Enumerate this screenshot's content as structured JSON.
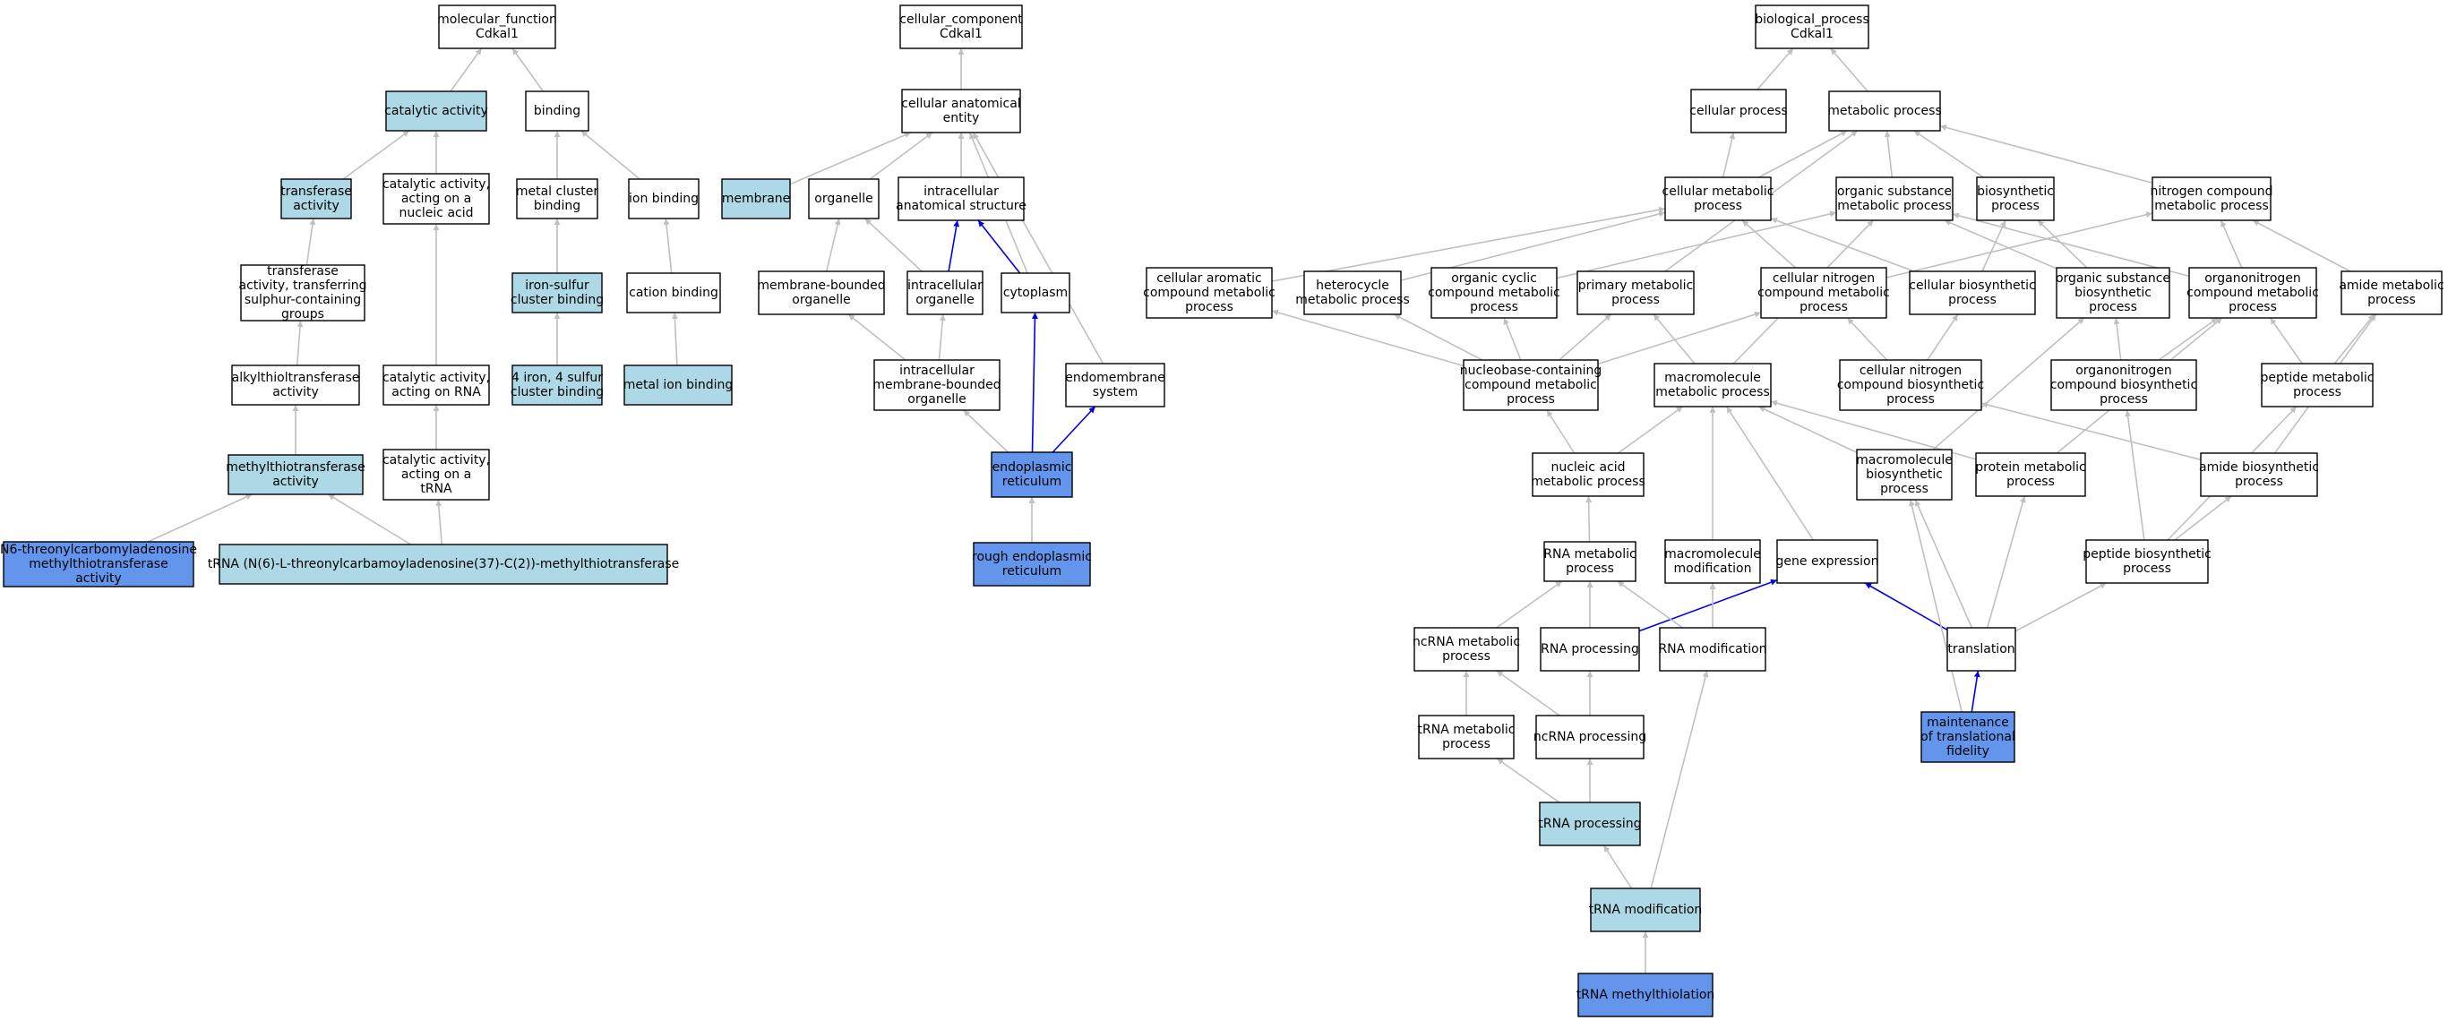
{
  "colors": {
    "default_fill": "#ffffff",
    "light_fill": "#add8e6",
    "dark_fill": "#6495ed",
    "gray_edge": "#c0c0c0",
    "blue_edge": "#0000ee"
  },
  "nodes": [
    {
      "id": "mf",
      "lines": [
        "molecular_function",
        "Cdkal1"
      ],
      "fill": "default"
    },
    {
      "id": "catalytic",
      "lines": [
        "catalytic activity"
      ],
      "fill": "light"
    },
    {
      "id": "binding",
      "lines": [
        "binding"
      ],
      "fill": "default"
    },
    {
      "id": "transferase",
      "lines": [
        "transferase",
        "activity"
      ],
      "fill": "light"
    },
    {
      "id": "cat_nucleic",
      "lines": [
        "catalytic activity,",
        "acting on a",
        "nucleic acid"
      ],
      "fill": "default"
    },
    {
      "id": "metal_cluster",
      "lines": [
        "metal cluster",
        "binding"
      ],
      "fill": "default"
    },
    {
      "id": "ion_binding",
      "lines": [
        "ion binding"
      ],
      "fill": "default"
    },
    {
      "id": "transf_sulfur",
      "lines": [
        "transferase",
        "activity, transferring",
        "sulphur-containing",
        "groups"
      ],
      "fill": "default"
    },
    {
      "id": "iron_sulfur",
      "lines": [
        "iron-sulfur",
        "cluster binding"
      ],
      "fill": "light"
    },
    {
      "id": "cation_binding",
      "lines": [
        "cation binding"
      ],
      "fill": "default"
    },
    {
      "id": "alkylthio",
      "lines": [
        "alkylthioltransferase",
        "activity"
      ],
      "fill": "default"
    },
    {
      "id": "cat_rna",
      "lines": [
        "catalytic activity,",
        "acting on RNA"
      ],
      "fill": "default"
    },
    {
      "id": "fe4s4",
      "lines": [
        "4 iron, 4 sulfur",
        "cluster binding"
      ],
      "fill": "light"
    },
    {
      "id": "metal_ion",
      "lines": [
        "metal ion binding"
      ],
      "fill": "light"
    },
    {
      "id": "methylthio",
      "lines": [
        "methylthiotransferase",
        "activity"
      ],
      "fill": "light"
    },
    {
      "id": "cat_trna",
      "lines": [
        "catalytic activity,",
        "acting on a",
        "tRNA"
      ],
      "fill": "default"
    },
    {
      "id": "n6_thre",
      "lines": [
        "N6-threonylcarbomyladenosine",
        "methylthiotransferase",
        "activity"
      ],
      "fill": "dark"
    },
    {
      "id": "trna_n6",
      "lines": [
        "tRNA (N(6)-L-threonylcarbamoyladenosine(37)-C(2))-methylthiotransferase"
      ],
      "fill": "light"
    },
    {
      "id": "cc",
      "lines": [
        "cellular_component",
        "Cdkal1"
      ],
      "fill": "default"
    },
    {
      "id": "cae",
      "lines": [
        "cellular anatomical",
        "entity"
      ],
      "fill": "default"
    },
    {
      "id": "membrane",
      "lines": [
        "membrane"
      ],
      "fill": "light"
    },
    {
      "id": "organelle",
      "lines": [
        "organelle"
      ],
      "fill": "default"
    },
    {
      "id": "ias",
      "lines": [
        "intracellular",
        "anatomical structure"
      ],
      "fill": "default"
    },
    {
      "id": "mbo",
      "lines": [
        "membrane-bounded",
        "organelle"
      ],
      "fill": "default"
    },
    {
      "id": "io",
      "lines": [
        "intracellular",
        "organelle"
      ],
      "fill": "default"
    },
    {
      "id": "cytoplasm",
      "lines": [
        "cytoplasm"
      ],
      "fill": "default"
    },
    {
      "id": "imbo",
      "lines": [
        "intracellular",
        "membrane-bounded",
        "organelle"
      ],
      "fill": "default"
    },
    {
      "id": "endomem",
      "lines": [
        "endomembrane",
        "system"
      ],
      "fill": "default"
    },
    {
      "id": "er",
      "lines": [
        "endoplasmic",
        "reticulum"
      ],
      "fill": "dark"
    },
    {
      "id": "rer",
      "lines": [
        "rough endoplasmic",
        "reticulum"
      ],
      "fill": "dark"
    },
    {
      "id": "bp",
      "lines": [
        "biological_process",
        "Cdkal1"
      ],
      "fill": "default"
    },
    {
      "id": "cell_proc",
      "lines": [
        "cellular process"
      ],
      "fill": "default"
    },
    {
      "id": "met_proc",
      "lines": [
        "metabolic process"
      ],
      "fill": "default"
    },
    {
      "id": "cmp",
      "lines": [
        "cellular metabolic",
        "process"
      ],
      "fill": "default"
    },
    {
      "id": "osmp",
      "lines": [
        "organic substance",
        "metabolic process"
      ],
      "fill": "default"
    },
    {
      "id": "biosyn",
      "lines": [
        "biosynthetic",
        "process"
      ],
      "fill": "default"
    },
    {
      "id": "ncmp",
      "lines": [
        "nitrogen compound",
        "metabolic process"
      ],
      "fill": "default"
    },
    {
      "id": "cacmp",
      "lines": [
        "cellular aromatic",
        "compound metabolic",
        "process"
      ],
      "fill": "default"
    },
    {
      "id": "hetero",
      "lines": [
        "heterocycle",
        "metabolic process"
      ],
      "fill": "default"
    },
    {
      "id": "occmp",
      "lines": [
        "organic cyclic",
        "compound metabolic",
        "process"
      ],
      "fill": "default"
    },
    {
      "id": "pmp",
      "lines": [
        "primary metabolic",
        "process"
      ],
      "fill": "default"
    },
    {
      "id": "cncmp",
      "lines": [
        "cellular nitrogen",
        "compound metabolic",
        "process"
      ],
      "fill": "default"
    },
    {
      "id": "cbp",
      "lines": [
        "cellular biosynthetic",
        "process"
      ],
      "fill": "default"
    },
    {
      "id": "osbp",
      "lines": [
        "organic substance",
        "biosynthetic",
        "process"
      ],
      "fill": "default"
    },
    {
      "id": "oncmp",
      "lines": [
        "organonitrogen",
        "compound metabolic",
        "process"
      ],
      "fill": "default"
    },
    {
      "id": "amp",
      "lines": [
        "amide metabolic",
        "process"
      ],
      "fill": "default"
    },
    {
      "id": "nbccmp",
      "lines": [
        "nucleobase-containing",
        "compound metabolic",
        "process"
      ],
      "fill": "default"
    },
    {
      "id": "macmp",
      "lines": [
        "macromolecule",
        "metabolic process"
      ],
      "fill": "default"
    },
    {
      "id": "cncbp",
      "lines": [
        "cellular nitrogen",
        "compound biosynthetic",
        "process"
      ],
      "fill": "default"
    },
    {
      "id": "oncbp",
      "lines": [
        "organonitrogen",
        "compound biosynthetic",
        "process"
      ],
      "fill": "default"
    },
    {
      "id": "pepmp",
      "lines": [
        "peptide metabolic",
        "process"
      ],
      "fill": "default"
    },
    {
      "id": "namp",
      "lines": [
        "nucleic acid",
        "metabolic process"
      ],
      "fill": "default"
    },
    {
      "id": "macbp",
      "lines": [
        "macromolecule",
        "biosynthetic",
        "process"
      ],
      "fill": "default"
    },
    {
      "id": "protmp",
      "lines": [
        "protein metabolic",
        "process"
      ],
      "fill": "default"
    },
    {
      "id": "abp",
      "lines": [
        "amide biosynthetic",
        "process"
      ],
      "fill": "default"
    },
    {
      "id": "rnamp",
      "lines": [
        "RNA metabolic",
        "process"
      ],
      "fill": "default"
    },
    {
      "id": "macmod",
      "lines": [
        "macromolecule",
        "modification"
      ],
      "fill": "default"
    },
    {
      "id": "geneexp",
      "lines": [
        "gene expression"
      ],
      "fill": "default"
    },
    {
      "id": "pepbp",
      "lines": [
        "peptide biosynthetic",
        "process"
      ],
      "fill": "default"
    },
    {
      "id": "ncrnamp",
      "lines": [
        "ncRNA metabolic",
        "process"
      ],
      "fill": "default"
    },
    {
      "id": "rnaproc",
      "lines": [
        "RNA processing"
      ],
      "fill": "default"
    },
    {
      "id": "rnamod",
      "lines": [
        "RNA modification"
      ],
      "fill": "default"
    },
    {
      "id": "translation",
      "lines": [
        "translation"
      ],
      "fill": "default"
    },
    {
      "id": "trnamp",
      "lines": [
        "tRNA metabolic",
        "process"
      ],
      "fill": "default"
    },
    {
      "id": "ncrnaproc",
      "lines": [
        "ncRNA processing"
      ],
      "fill": "default"
    },
    {
      "id": "maint",
      "lines": [
        "maintenance",
        "of translational",
        "fidelity"
      ],
      "fill": "dark"
    },
    {
      "id": "trnaproc",
      "lines": [
        "tRNA processing"
      ],
      "fill": "light"
    },
    {
      "id": "trnamod",
      "lines": [
        "tRNA modification"
      ],
      "fill": "light"
    },
    {
      "id": "trnamethyl",
      "lines": [
        "tRNA methylthiolation"
      ],
      "fill": "dark"
    }
  ],
  "edges": [
    [
      "catalytic",
      "mf",
      "gray"
    ],
    [
      "binding",
      "mf",
      "gray"
    ],
    [
      "transferase",
      "catalytic",
      "gray"
    ],
    [
      "cat_nucleic",
      "catalytic",
      "gray"
    ],
    [
      "metal_cluster",
      "binding",
      "gray"
    ],
    [
      "ion_binding",
      "binding",
      "gray"
    ],
    [
      "transf_sulfur",
      "transferase",
      "gray"
    ],
    [
      "iron_sulfur",
      "metal_cluster",
      "gray"
    ],
    [
      "cation_binding",
      "ion_binding",
      "gray"
    ],
    [
      "alkylthio",
      "transf_sulfur",
      "gray"
    ],
    [
      "cat_rna",
      "cat_nucleic",
      "gray"
    ],
    [
      "fe4s4",
      "iron_sulfur",
      "gray"
    ],
    [
      "metal_ion",
      "cation_binding",
      "gray"
    ],
    [
      "methylthio",
      "alkylthio",
      "gray"
    ],
    [
      "cat_trna",
      "cat_rna",
      "gray"
    ],
    [
      "n6_thre",
      "methylthio",
      "gray"
    ],
    [
      "trna_n6",
      "methylthio",
      "gray"
    ],
    [
      "trna_n6",
      "cat_trna",
      "gray"
    ],
    [
      "cae",
      "cc",
      "gray"
    ],
    [
      "membrane",
      "cae",
      "gray"
    ],
    [
      "organelle",
      "cae",
      "gray"
    ],
    [
      "ias",
      "cae",
      "gray"
    ],
    [
      "cytoplasm",
      "cae",
      "gray"
    ],
    [
      "endomem",
      "cae",
      "gray"
    ],
    [
      "mbo",
      "organelle",
      "gray"
    ],
    [
      "io",
      "organelle",
      "gray"
    ],
    [
      "io",
      "ias",
      "blue"
    ],
    [
      "cytoplasm",
      "ias",
      "blue"
    ],
    [
      "imbo",
      "mbo",
      "gray"
    ],
    [
      "imbo",
      "io",
      "gray"
    ],
    [
      "er",
      "imbo",
      "gray"
    ],
    [
      "er",
      "cytoplasm",
      "blue"
    ],
    [
      "er",
      "endomem",
      "blue"
    ],
    [
      "rer",
      "er",
      "gray"
    ],
    [
      "cell_proc",
      "bp",
      "gray"
    ],
    [
      "met_proc",
      "bp",
      "gray"
    ],
    [
      "cmp",
      "cell_proc",
      "gray"
    ],
    [
      "cmp",
      "met_proc",
      "gray"
    ],
    [
      "osmp",
      "met_proc",
      "gray"
    ],
    [
      "biosyn",
      "met_proc",
      "gray"
    ],
    [
      "ncmp",
      "met_proc",
      "gray"
    ],
    [
      "cacmp",
      "cmp",
      "gray"
    ],
    [
      "hetero",
      "cmp",
      "gray"
    ],
    [
      "occmp",
      "osmp",
      "gray"
    ],
    [
      "pmp",
      "met_proc",
      "gray"
    ],
    [
      "cncmp",
      "cmp",
      "gray"
    ],
    [
      "cncmp",
      "ncmp",
      "gray"
    ],
    [
      "cbp",
      "cmp",
      "gray"
    ],
    [
      "cbp",
      "biosyn",
      "gray"
    ],
    [
      "osbp",
      "osmp",
      "gray"
    ],
    [
      "osbp",
      "biosyn",
      "gray"
    ],
    [
      "oncmp",
      "osmp",
      "gray"
    ],
    [
      "oncmp",
      "ncmp",
      "gray"
    ],
    [
      "amp",
      "ncmp",
      "gray"
    ],
    [
      "nbccmp",
      "cacmp",
      "gray"
    ],
    [
      "nbccmp",
      "hetero",
      "gray"
    ],
    [
      "nbccmp",
      "occmp",
      "gray"
    ],
    [
      "nbccmp",
      "pmp",
      "gray"
    ],
    [
      "nbccmp",
      "cncmp",
      "gray"
    ],
    [
      "macmp",
      "osmp",
      "gray"
    ],
    [
      "macmp",
      "pmp",
      "gray"
    ],
    [
      "cncbp",
      "cncmp",
      "gray"
    ],
    [
      "cncbp",
      "cbp",
      "gray"
    ],
    [
      "oncbp",
      "oncmp",
      "gray"
    ],
    [
      "oncbp",
      "osbp",
      "gray"
    ],
    [
      "pepmp",
      "oncmp",
      "gray"
    ],
    [
      "pepmp",
      "amp",
      "gray"
    ],
    [
      "namp",
      "nbccmp",
      "gray"
    ],
    [
      "namp",
      "macmp",
      "gray"
    ],
    [
      "macbp",
      "macmp",
      "gray"
    ],
    [
      "macbp",
      "osbp",
      "gray"
    ],
    [
      "protmp",
      "macmp",
      "gray"
    ],
    [
      "protmp",
      "oncmp",
      "gray"
    ],
    [
      "abp",
      "amp",
      "gray"
    ],
    [
      "abp",
      "cncbp",
      "gray"
    ],
    [
      "rnamp",
      "namp",
      "gray"
    ],
    [
      "macmod",
      "macmp",
      "gray"
    ],
    [
      "geneexp",
      "macmp",
      "gray"
    ],
    [
      "pepbp",
      "pepmp",
      "gray"
    ],
    [
      "pepbp",
      "oncbp",
      "gray"
    ],
    [
      "pepbp",
      "abp",
      "gray"
    ],
    [
      "ncrnamp",
      "rnamp",
      "gray"
    ],
    [
      "rnaproc",
      "rnamp",
      "gray"
    ],
    [
      "rnaproc",
      "geneexp",
      "blue"
    ],
    [
      "rnamod",
      "rnamp",
      "gray"
    ],
    [
      "rnamod",
      "macmod",
      "gray"
    ],
    [
      "translation",
      "geneexp",
      "blue"
    ],
    [
      "translation",
      "macbp",
      "gray"
    ],
    [
      "translation",
      "protmp",
      "gray"
    ],
    [
      "translation",
      "pepbp",
      "gray"
    ],
    [
      "trnamp",
      "ncrnamp",
      "gray"
    ],
    [
      "ncrnaproc",
      "ncrnamp",
      "gray"
    ],
    [
      "ncrnaproc",
      "rnaproc",
      "gray"
    ],
    [
      "maint",
      "translation",
      "blue"
    ],
    [
      "maint",
      "macbp",
      "gray"
    ],
    [
      "trnaproc",
      "trnamp",
      "gray"
    ],
    [
      "trnaproc",
      "ncrnaproc",
      "gray"
    ],
    [
      "trnamod",
      "trnaproc",
      "gray"
    ],
    [
      "trnamod",
      "rnamod",
      "gray"
    ],
    [
      "trnamethyl",
      "trnamod",
      "gray"
    ]
  ]
}
